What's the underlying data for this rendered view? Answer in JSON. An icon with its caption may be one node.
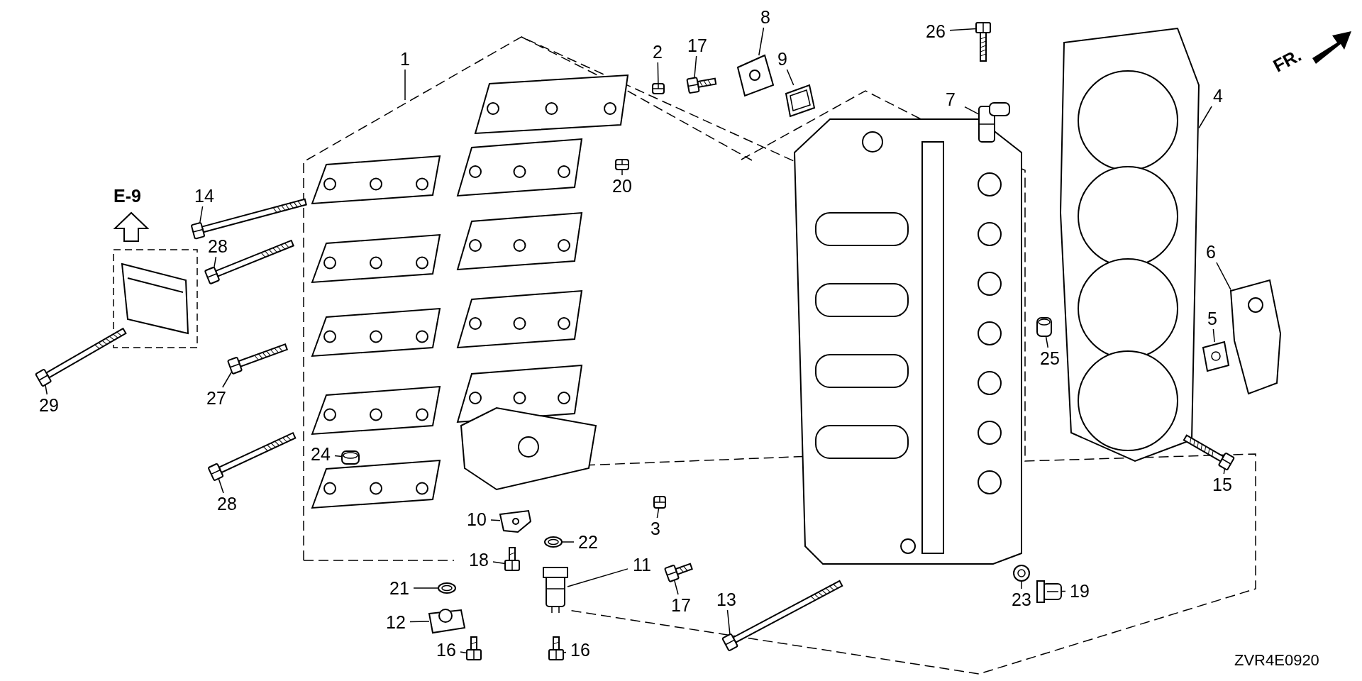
{
  "diagram": {
    "nodes": [
      {
        "text": [
          "1"
        ]
      },
      {
        "text": [
          "2"
        ]
      },
      {
        "text": [
          "17"
        ]
      },
      {
        "text": [
          "8"
        ]
      },
      {
        "text": [
          "9"
        ]
      },
      {
        "text": [
          "26"
        ]
      },
      {
        "text": [
          "7"
        ]
      },
      {
        "text": [
          "4"
        ]
      },
      {
        "text": [
          "20"
        ]
      },
      {
        "text": [
          "14"
        ]
      },
      {
        "text": [
          "28"
        ]
      },
      {
        "text": [
          "6"
        ]
      },
      {
        "text": [
          "5"
        ]
      },
      {
        "text": [
          "25"
        ]
      },
      {
        "text": [
          "27"
        ]
      },
      {
        "text": [
          "29"
        ]
      },
      {
        "text": [
          "24"
        ]
      },
      {
        "text": [
          "28"
        ]
      },
      {
        "text": [
          "15"
        ]
      },
      {
        "text": [
          "3"
        ]
      },
      {
        "text": [
          "10"
        ]
      },
      {
        "text": [
          "22"
        ]
      },
      {
        "text": [
          "18"
        ]
      },
      {
        "text": [
          "11"
        ]
      },
      {
        "text": [
          "21"
        ]
      },
      {
        "text": [
          "13"
        ]
      },
      {
        "text": [
          "17"
        ]
      },
      {
        "text": [
          "23"
        ]
      },
      {
        "text": [
          "19"
        ]
      },
      {
        "text": [
          "12"
        ]
      },
      {
        "text": [
          "16"
        ]
      },
      {
        "text": [
          "16"
        ]
      },
      {
        "text": [],
        "shape": "picture"
      },
      {
        "text": [],
        "shape": "picture"
      },
      {
        "text": [],
        "shape": "picture"
      },
      {
        "text": [],
        "shape": "picture"
      },
      {
        "text": [],
        "shape": "picture"
      },
      {
        "text": [],
        "shape": "picture"
      },
      {
        "text": [],
        "shape": "picture"
      },
      {
        "text": [],
        "shape": "picture"
      },
      {
        "text": [],
        "shape": "picture"
      },
      {
        "text": [],
        "shape": "picture"
      },
      {
        "text": [],
        "shape": "picture"
      },
      {
        "text": [],
        "shape": "picture"
      },
      {
        "text": [],
        "shape": "picture"
      },
      {
        "text": [],
        "shape": "picture"
      },
      {
        "text": [],
        "shape": "picture"
      },
      {
        "text": [],
        "shape": "picture"
      },
      {
        "text": [],
        "shape": "picture"
      },
      {
        "text": [],
        "shape": "picture"
      },
      {
        "text": [],
        "shape": "picture"
      },
      {
        "text": [],
        "shape": "picture"
      },
      {
        "text": [],
        "shape": "picture"
      },
      {
        "text": [],
        "shape": "picture"
      },
      {
        "text": [],
        "shape": "picture"
      },
      {
        "text": [],
        "shape": "picture"
      },
      {
        "text": [],
        "shape": "picture"
      },
      {
        "text": [],
        "shape": "picture"
      },
      {
        "text": [],
        "shape": "picture"
      },
      {
        "text": [],
        "shape": "picture"
      },
      {
        "text": [],
        "shape": "picture"
      },
      {
        "text": [],
        "shape": "picture"
      },
      {
        "text": [],
        "shape": "picture"
      }
    ],
    "edges": [
      {
        "from": 0,
        "to": null,
        "arrow": "none"
      },
      {
        "from": 1,
        "to": 32,
        "arrow": "none"
      },
      {
        "from": 2,
        "to": 33,
        "arrow": "none"
      },
      {
        "from": 3,
        "to": 34,
        "arrow": "none"
      },
      {
        "from": 4,
        "to": 35,
        "arrow": "none"
      },
      {
        "from": 5,
        "to": 36,
        "arrow": "none"
      },
      {
        "from": 6,
        "to": 37,
        "arrow": "none"
      },
      {
        "from": 7,
        "to": 38,
        "arrow": "none"
      },
      {
        "from": 8,
        "to": 39,
        "arrow": "none"
      },
      {
        "from": 9,
        "to": 40,
        "arrow": "none"
      },
      {
        "from": 10,
        "to": 41,
        "arrow": "none"
      },
      {
        "from": 11,
        "to": 42,
        "arrow": "none"
      },
      {
        "from": 12,
        "to": 43,
        "arrow": "none"
      },
      {
        "from": 13,
        "to": 44,
        "arrow": "none"
      },
      {
        "from": 14,
        "to": 45,
        "arrow": "none"
      },
      {
        "from": 15,
        "to": 46,
        "arrow": "none"
      },
      {
        "from": 16,
        "to": 47,
        "arrow": "none"
      },
      {
        "from": 17,
        "to": 48,
        "arrow": "none"
      },
      {
        "from": 18,
        "to": 49,
        "arrow": "none"
      },
      {
        "from": 19,
        "to": 50,
        "arrow": "none"
      },
      {
        "from": 20,
        "to": 51,
        "arrow": "none"
      },
      {
        "from": 21,
        "to": 52,
        "arrow": "none"
      },
      {
        "from": 22,
        "to": 53,
        "arrow": "none"
      },
      {
        "from": 23,
        "to": 54,
        "arrow": "none"
      },
      {
        "from": 24,
        "to": 55,
        "arrow": "none"
      },
      {
        "from": 25,
        "to": 56,
        "arrow": "none"
      },
      {
        "from": 26,
        "to": 57,
        "arrow": "none"
      },
      {
        "from": 27,
        "to": 58,
        "arrow": "none"
      },
      {
        "from": 28,
        "to": 59,
        "arrow": "none"
      },
      {
        "from": 29,
        "to": 60,
        "arrow": "none"
      },
      {
        "from": 30,
        "to": 61,
        "arrow": "none"
      },
      {
        "from": 31,
        "to": 62,
        "arrow": "none"
      }
    ],
    "labels": [
      "FR.",
      "E-9",
      "ZVR4E0920"
    ]
  }
}
